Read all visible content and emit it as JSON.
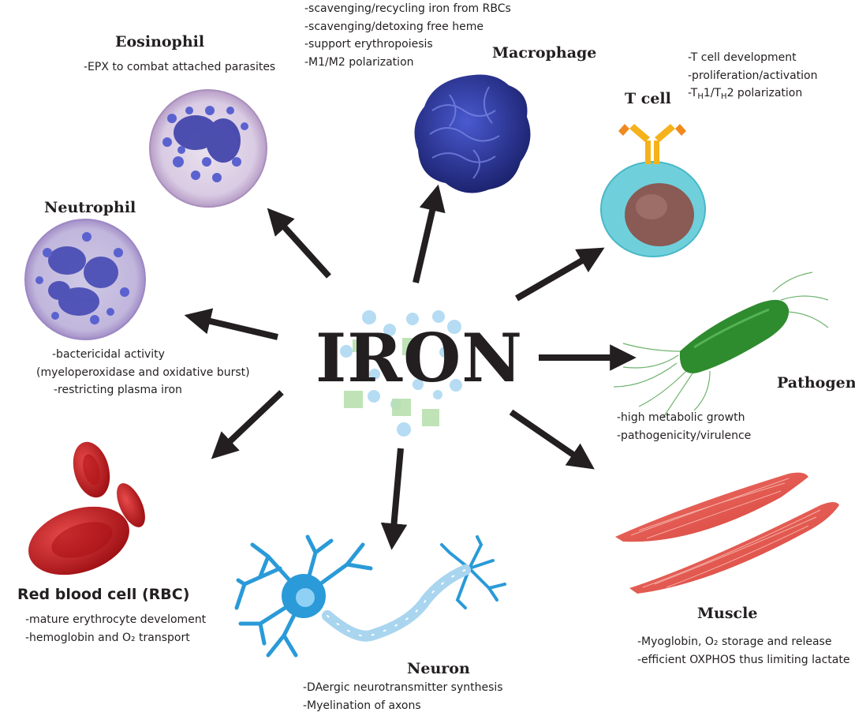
{
  "center": {
    "label": "IRON"
  },
  "eosinophil": {
    "title": "Eosinophil",
    "notes": [
      "-EPX to combat attached parasites"
    ]
  },
  "macrophage": {
    "title": "Macrophage",
    "notes": [
      "-scavenging/recycling iron from RBCs",
      "-scavenging/detoxing free heme",
      "-support erythropoiesis",
      "-M1/M2 polarization"
    ]
  },
  "tcell": {
    "title": "T cell",
    "notes": [
      "-T cell development",
      "-proliferation/activation",
      "polarization"
    ],
    "polarization": {
      "prefix": "-T",
      "sub1": "H",
      "mid": "1/T",
      "sub2": "H",
      "suffix": "2 polarization"
    }
  },
  "neutrophil": {
    "title": "Neutrophil",
    "notes": [
      "-bactericidal activity",
      "(myeloperoxidase and oxidative burst)",
      "-restricting plasma iron"
    ]
  },
  "pathogen": {
    "title": "Pathogen",
    "notes": [
      "-high metabolic growth",
      "-pathogenicity/virulence"
    ]
  },
  "rbc": {
    "title": "Red blood cell (RBC)",
    "notes": [
      "-mature erythrocyte develoment",
      "-hemoglobin and O₂ transport"
    ]
  },
  "neuron": {
    "title": "Neuron",
    "notes": [
      "-DAergic neurotransmitter synthesis",
      "-Myelination of axons"
    ]
  },
  "muscle": {
    "title": "Muscle",
    "notes": [
      "-Myoglobin, O₂ storage and release",
      "-efficient OXPHOS thus limiting lactate"
    ]
  },
  "colors": {
    "arrow": "#231f20",
    "eosinophil": "#5b5fc7",
    "macrophage": "#2d3a9c",
    "tcell_body": "#6fd0dc",
    "tcell_nucleus": "#8a5a55",
    "receptor": "#f5b21b",
    "pathogen": "#2e8b2e",
    "rbc": "#c4161c",
    "neuron": "#2a9ad8",
    "muscle": "#e8544f",
    "dots": "#b5dcf3",
    "squares": "#b9e0b0"
  }
}
